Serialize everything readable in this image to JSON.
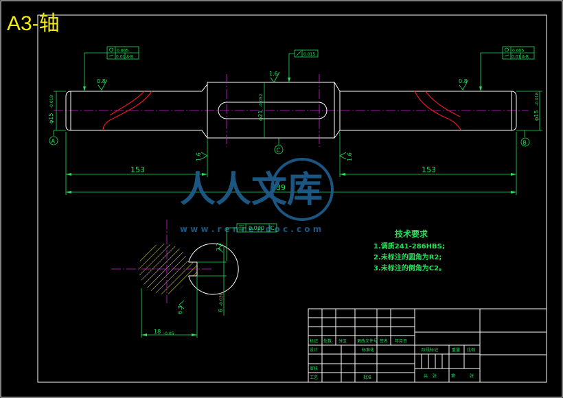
{
  "title": "A3-轴",
  "dimensions": {
    "left_dia": "φ15",
    "left_dia_tol": "-0.018",
    "right_dia": "φ15",
    "right_dia_tol": "-0.018",
    "mid_dia": "φ21",
    "mid_dia_tol": "-0.052",
    "len_left": "153",
    "len_right": "153",
    "len_total": "339",
    "key_width": "6",
    "key_width_tol": "-0.030",
    "section_depth": "18",
    "section_depth_tol": "-0.05"
  },
  "roughness": {
    "left_journal": "0.8",
    "right_journal": "0.8",
    "mid_top": "1.6",
    "left_shoulder": "1.6",
    "right_shoulder": "1.6",
    "key_side": "3.2",
    "key_bottom": "6.3"
  },
  "datums": {
    "a": "A",
    "b": "B",
    "c": "C"
  },
  "tolerances": {
    "left_top": "0.005",
    "left_bottom": "0.01",
    "left_ref": "A-B",
    "mid": "0.015",
    "right_top": "0.005",
    "right_bottom": "0.01",
    "right_ref": "A-B",
    "section_value": "0.020",
    "section_ref": "C"
  },
  "tech_requirements": {
    "heading": "技术要求",
    "items": [
      "1.调质241-286HBS;",
      "2.未标注的圆角为R2;",
      "3.未标注的倒角为C2。"
    ]
  },
  "watermark": {
    "text": "人人文库",
    "url": "w w w . r e n r e n d o c . c o m"
  },
  "title_block": {
    "row1": [
      "标记",
      "处数",
      "分区",
      "更改文件号",
      "签名",
      "年月日"
    ],
    "row2": [
      "设计",
      "标准化"
    ],
    "row3": [
      "审核"
    ],
    "row4": [
      "工艺",
      "批准"
    ],
    "right": [
      "阶段标记",
      "重量",
      "比例"
    ],
    "sheet": [
      "共",
      "张",
      "第",
      "张"
    ]
  },
  "colors": {
    "background": "#000000",
    "outline": "#ffffff",
    "dimension": "#22e35a",
    "centerline": "#d61cd6",
    "break_line": "#e81a1a",
    "title": "#f2ea16"
  }
}
